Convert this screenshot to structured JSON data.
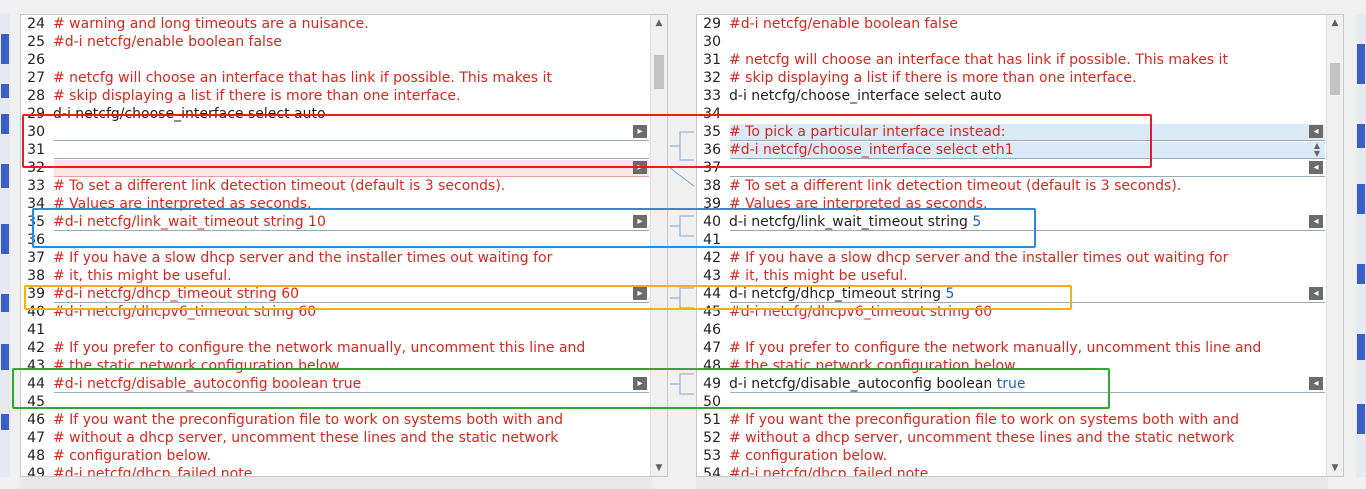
{
  "colors": {
    "comment": "#d6281e",
    "text": "#222222",
    "diff_value": "#d6281e",
    "diff_value_right": "#1f5fbf",
    "box_red": "#e81e1e",
    "box_blue": "#2a8be0",
    "box_yellow": "#f1b20c",
    "box_green": "#2fa838"
  },
  "left": {
    "lines": [
      {
        "n": "24",
        "text": "# warning and long timeouts are a nuisance.",
        "kind": "comment"
      },
      {
        "n": "25",
        "text": "#d-i netcfg/enable boolean false",
        "kind": "comment"
      },
      {
        "n": "26",
        "text": "",
        "kind": "plain"
      },
      {
        "n": "27",
        "text": "# netcfg will choose an interface that has link if possible. This makes it",
        "kind": "comment"
      },
      {
        "n": "28",
        "text": "# skip displaying a list if there is more than one interface.",
        "kind": "comment"
      },
      {
        "n": "29",
        "text": "d-i netcfg/choose_interface select auto",
        "kind": "plain"
      },
      {
        "n": "30",
        "text": "",
        "kind": "plain",
        "hl": "plain",
        "arrow": true
      },
      {
        "n": "31",
        "text": "",
        "kind": "plain",
        "hl": "plain"
      },
      {
        "n": "32",
        "text": "",
        "kind": "plain",
        "hl": "pink",
        "arrow": true
      },
      {
        "n": "33",
        "text": "# To set a different link detection timeout (default is 3 seconds).",
        "kind": "comment"
      },
      {
        "n": "34",
        "text": "# Values are interpreted as seconds.",
        "kind": "comment"
      },
      {
        "n": "35",
        "text": "#d-i netcfg/link_wait_timeout string ",
        "value": "10",
        "kind": "comment",
        "hl": "plain",
        "arrow": true
      },
      {
        "n": "36",
        "text": "",
        "kind": "plain"
      },
      {
        "n": "37",
        "text": "# If you have a slow dhcp server and the installer times out waiting for",
        "kind": "comment"
      },
      {
        "n": "38",
        "text": "# it, this might be useful.",
        "kind": "comment"
      },
      {
        "n": "39",
        "text": "#d-i netcfg/dhcp_timeout string ",
        "value": "60",
        "kind": "comment",
        "hl": "plain",
        "arrow": true
      },
      {
        "n": "40",
        "text": "#d-i netcfg/dhcpv6_timeout string 60",
        "kind": "comment"
      },
      {
        "n": "41",
        "text": "",
        "kind": "plain"
      },
      {
        "n": "42",
        "text": "# If you prefer to configure the network manually, uncomment this line and",
        "kind": "comment"
      },
      {
        "n": "43",
        "text": "# the static network configuration below.",
        "kind": "comment"
      },
      {
        "n": "44",
        "text": "#d-i netcfg/disable_autoconfig boolean true",
        "kind": "comment",
        "hl": "plain",
        "arrow": true
      },
      {
        "n": "45",
        "text": "",
        "kind": "plain"
      },
      {
        "n": "46",
        "text": "# If you want the preconfiguration file to work on systems both with and",
        "kind": "comment"
      },
      {
        "n": "47",
        "text": "# without a dhcp server, uncomment these lines and the static network",
        "kind": "comment"
      },
      {
        "n": "48",
        "text": "# configuration below.",
        "kind": "comment"
      },
      {
        "n": "49",
        "text": "#d-i netcfg/dhcp_failed note",
        "kind": "comment"
      }
    ]
  },
  "right": {
    "lines": [
      {
        "n": "29",
        "text": "#d-i netcfg/enable boolean false",
        "kind": "comment"
      },
      {
        "n": "30",
        "text": "",
        "kind": "plain"
      },
      {
        "n": "31",
        "text": "# netcfg will choose an interface that has link if possible. This makes it",
        "kind": "comment"
      },
      {
        "n": "32",
        "text": "# skip displaying a list if there is more than one interface.",
        "kind": "comment"
      },
      {
        "n": "33",
        "text": "d-i netcfg/choose_interface select auto",
        "kind": "plain"
      },
      {
        "n": "34",
        "text": "",
        "kind": "plain"
      },
      {
        "n": "35",
        "text": "# To pick a particular interface instead:",
        "kind": "comment",
        "hl": "blue",
        "arrow": true
      },
      {
        "n": "36",
        "text": "#d-i netcfg/choose_interface select eth1",
        "kind": "comment",
        "hl": "blue",
        "spin": true
      },
      {
        "n": "37",
        "text": "",
        "kind": "plain",
        "hl": "plain",
        "arrow": true
      },
      {
        "n": "38",
        "text": "# To set a different link detection timeout (default is 3 seconds).",
        "kind": "comment"
      },
      {
        "n": "39",
        "text": "# Values are interpreted as seconds.",
        "kind": "comment"
      },
      {
        "n": "40",
        "text": "d-i netcfg/link_wait_timeout string ",
        "value": "5",
        "kind": "plain",
        "hl": "plain",
        "arrow": true
      },
      {
        "n": "41",
        "text": "",
        "kind": "plain"
      },
      {
        "n": "42",
        "text": "# If you have a slow dhcp server and the installer times out waiting for",
        "kind": "comment"
      },
      {
        "n": "43",
        "text": "# it, this might be useful.",
        "kind": "comment"
      },
      {
        "n": "44",
        "text": "d-i netcfg/dhcp_timeout string ",
        "value": "5",
        "kind": "plain",
        "hl": "plain",
        "arrow": true
      },
      {
        "n": "45",
        "text": "#d-i netcfg/dhcpv6_timeout string 60",
        "kind": "comment"
      },
      {
        "n": "46",
        "text": "",
        "kind": "plain"
      },
      {
        "n": "47",
        "text": "# If you prefer to configure the network manually, uncomment this line and",
        "kind": "comment"
      },
      {
        "n": "48",
        "text": "# the static network configuration below.",
        "kind": "comment"
      },
      {
        "n": "49",
        "text": "d-i netcfg/disable_autoconfig boolean ",
        "value": "true",
        "kind": "plain",
        "hl": "plain",
        "arrow": true
      },
      {
        "n": "50",
        "text": "",
        "kind": "plain"
      },
      {
        "n": "51",
        "text": "# If you want the preconfiguration file to work on systems both with and",
        "kind": "comment"
      },
      {
        "n": "52",
        "text": "# without a dhcp server, uncomment these lines and the static network",
        "kind": "comment"
      },
      {
        "n": "53",
        "text": "# configuration below.",
        "kind": "comment"
      },
      {
        "n": "54",
        "text": "#d-i netcfg/dhcp_failed note",
        "kind": "comment"
      }
    ]
  },
  "icons": {
    "merge_right": "▸",
    "merge_left": "◂",
    "scroll_up": "▲",
    "scroll_down": "▼"
  }
}
